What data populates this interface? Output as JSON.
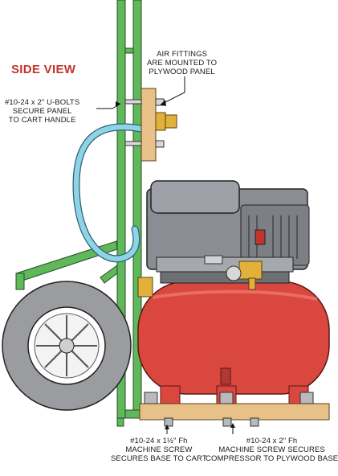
{
  "title": "SIDE VIEW",
  "labels": {
    "air_fittings": "AIR FITTINGS\nARE MOUNTED TO\nPLYWOOD PANEL",
    "u_bolts": "#10-24 x 2\" U-BOLTS\nSECURE PANEL\nTO CART HANDLE",
    "screw_base_cart": "#10-24 x 1½\" Fh\nMACHINE SCREW\nSECURES BASE TO CART",
    "screw_compressor": "#10-24 x 2\" Fh\nMACHINE SCREW SECURES\nCOMPRESSOR TO PLYWOOD BASE"
  },
  "colors": {
    "cart_green": "#5fb85a",
    "tank_red": "#d9473f",
    "motor_gray": "#8a8e94",
    "hose_blue": "#8fd3e6",
    "plywood": "#e7c187",
    "brass": "#e2b13c",
    "tire_gray": "#9a9ca0",
    "title_red": "#c0342b"
  }
}
